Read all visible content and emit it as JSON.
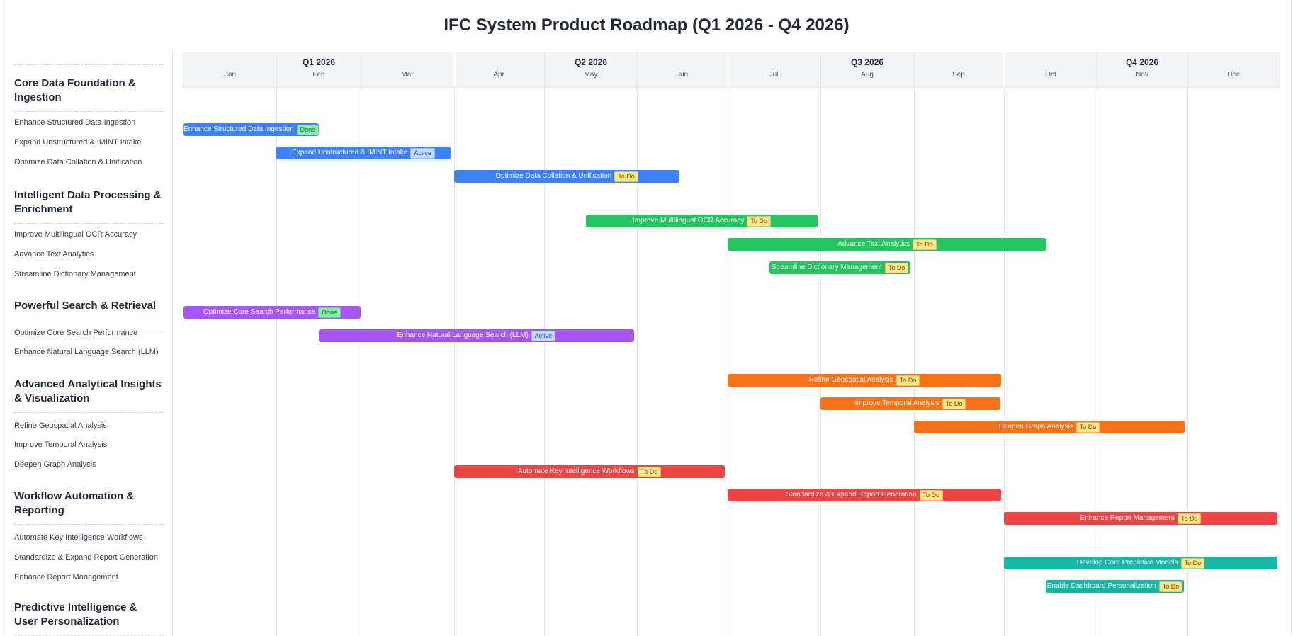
{
  "title": "IFC System Product Roadmap (Q1 2026 - Q4 2026)",
  "colors": {
    "blue": "#3b82f6",
    "green": "#22c55e",
    "purple": "#a855f7",
    "orange": "#f97316",
    "red": "#ef4444",
    "teal": "#14b8a6",
    "badge_done_bg": "#86efac",
    "badge_done_fg": "#166534",
    "badge_active_bg": "#bfdbfe",
    "badge_active_fg": "#1e40af",
    "badge_todo_bg": "#fde68a",
    "badge_todo_fg": "#92400e"
  },
  "chart_data": {
    "type": "gantt",
    "quarters": [
      "Q1 2026",
      "Q2 2026",
      "Q3 2026",
      "Q4 2026"
    ],
    "months": [
      "Jan",
      "Feb",
      "Mar",
      "Apr",
      "May",
      "Jun",
      "Jul",
      "Aug",
      "Sep",
      "Oct",
      "Nov",
      "Dec"
    ],
    "status_labels": {
      "done": "Done",
      "active": "Active",
      "todo": "To Do"
    },
    "groups": [
      {
        "name": "Core Data Foundation & Ingestion",
        "color": "#3b82f6",
        "tasks": [
          {
            "name": "Enhance Structured Data Ingestion",
            "start": "2026-01-01",
            "end": "2026-02-15",
            "status": "done"
          },
          {
            "name": "Expand Unstructured & IMINT Intake",
            "start": "2026-02-01",
            "end": "2026-03-31",
            "status": "active"
          },
          {
            "name": "Optimize Data Collation & Unification",
            "start": "2026-04-01",
            "end": "2026-06-15",
            "status": "todo"
          }
        ]
      },
      {
        "name": "Intelligent Data Processing & Enrichment",
        "color": "#22c55e",
        "tasks": [
          {
            "name": "Improve Multilingual OCR Accuracy",
            "start": "2026-05-15",
            "end": "2026-07-31",
            "status": "todo"
          },
          {
            "name": "Advance Text Analytics",
            "start": "2026-07-01",
            "end": "2026-10-15",
            "status": "todo"
          },
          {
            "name": "Streamline Dictionary Management",
            "start": "2026-07-15",
            "end": "2026-08-31",
            "status": "todo"
          }
        ]
      },
      {
        "name": "Powerful Search & Retrieval",
        "color": "#a855f7",
        "tasks": [
          {
            "name": "Optimize Core Search Performance",
            "start": "2026-01-01",
            "end": "2026-03-01",
            "status": "done"
          },
          {
            "name": "Enhance Natural Language Search (LLM)",
            "start": "2026-02-15",
            "end": "2026-05-31",
            "status": "active"
          }
        ]
      },
      {
        "name": "Advanced Analytical Insights & Visualization",
        "color": "#f97316",
        "tasks": [
          {
            "name": "Refine Geospatial Analysis",
            "start": "2026-07-01",
            "end": "2026-09-30",
            "status": "todo"
          },
          {
            "name": "Improve Temporal Analysis",
            "start": "2026-08-01",
            "end": "2026-09-30",
            "status": "todo"
          },
          {
            "name": "Deepen Graph Analysis",
            "start": "2026-09-01",
            "end": "2026-11-30",
            "status": "todo"
          }
        ]
      },
      {
        "name": "Workflow Automation & Reporting",
        "color": "#ef4444",
        "tasks": [
          {
            "name": "Automate Key Intelligence Workflows",
            "start": "2026-04-01",
            "end": "2026-06-30",
            "status": "todo"
          },
          {
            "name": "Standardize & Expand Report Generation",
            "start": "2026-07-01",
            "end": "2026-09-30",
            "status": "todo"
          },
          {
            "name": "Enhance Report Management",
            "start": "2026-10-01",
            "end": "2026-12-31",
            "status": "todo"
          }
        ]
      },
      {
        "name": "Predictive Intelligence & User Personalization",
        "color": "#14b8a6",
        "tasks": [
          {
            "name": "Develop Core Predictive Models",
            "start": "2026-10-01",
            "end": "2026-12-31",
            "status": "todo"
          },
          {
            "name": "Enable Dashboard Personalization",
            "start": "2026-10-15",
            "end": "2026-11-30",
            "status": "todo"
          }
        ]
      }
    ]
  }
}
